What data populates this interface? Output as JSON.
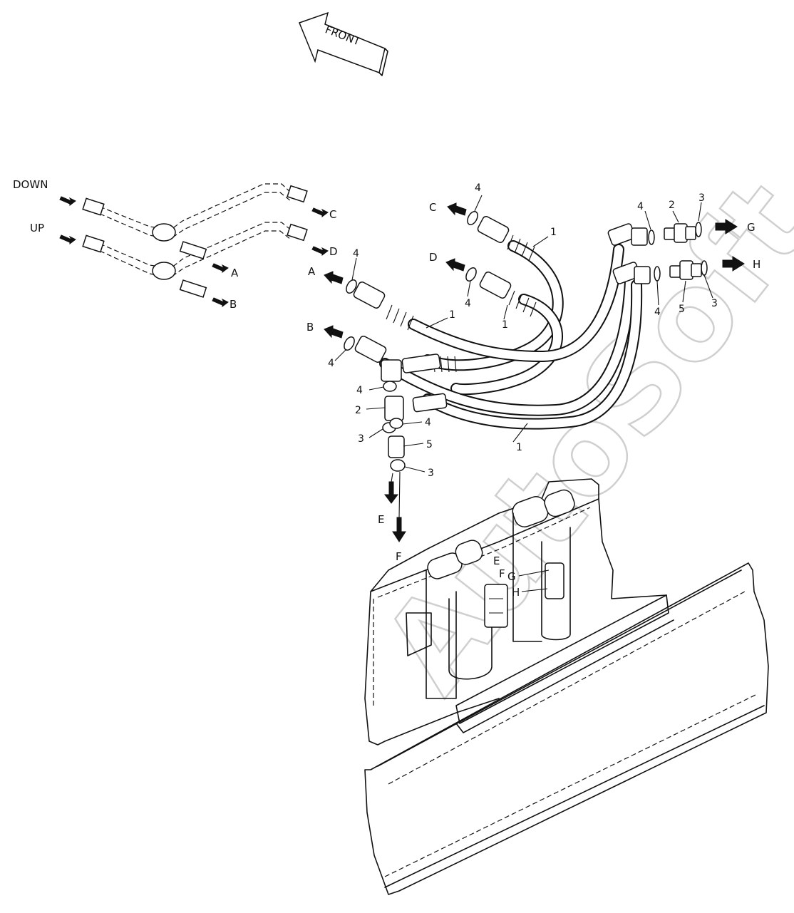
{
  "front_arrow_label": "FRONT",
  "watermark": "AutoSoft",
  "side_labels": {
    "down": "DOWN",
    "up": "UP"
  },
  "connection_letters": {
    "a": "A",
    "b": "B",
    "c": "C",
    "d": "D",
    "e": "E",
    "f": "F",
    "g": "G",
    "h": "H"
  },
  "part_numbers": {
    "hose": "1",
    "adapter_tee": "2",
    "o_ring_small": "3",
    "o_ring_large": "4",
    "connector": "5"
  }
}
